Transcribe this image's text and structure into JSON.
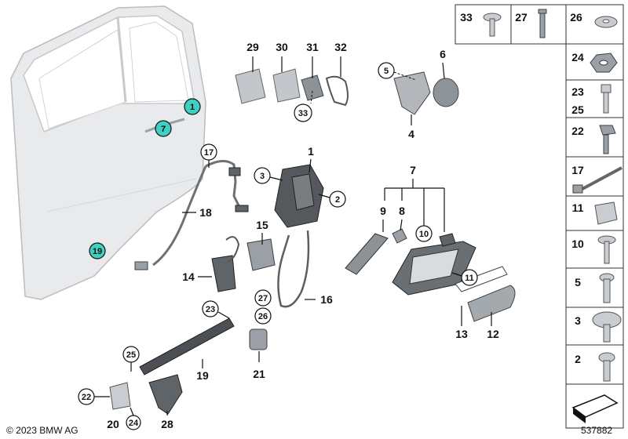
{
  "copyright": "© 2023 BMW AG",
  "image_number": "537882",
  "door_callouts": [
    "1",
    "7",
    "19"
  ],
  "callouts": [
    "17",
    "18",
    "15",
    "14",
    "23",
    "19",
    "25",
    "22",
    "20",
    "24",
    "28",
    "27",
    "26",
    "21",
    "16",
    "3",
    "1",
    "2",
    "29",
    "30",
    "31",
    "32",
    "33",
    "5",
    "6",
    "4",
    "7",
    "9",
    "8",
    "10",
    "11",
    "13",
    "12"
  ],
  "hardware_table": {
    "top_row": [
      "33",
      "27",
      "26"
    ],
    "right_column": [
      "24",
      "23",
      "25",
      "22",
      "17",
      "11",
      "10",
      "5",
      "3",
      "2"
    ]
  }
}
